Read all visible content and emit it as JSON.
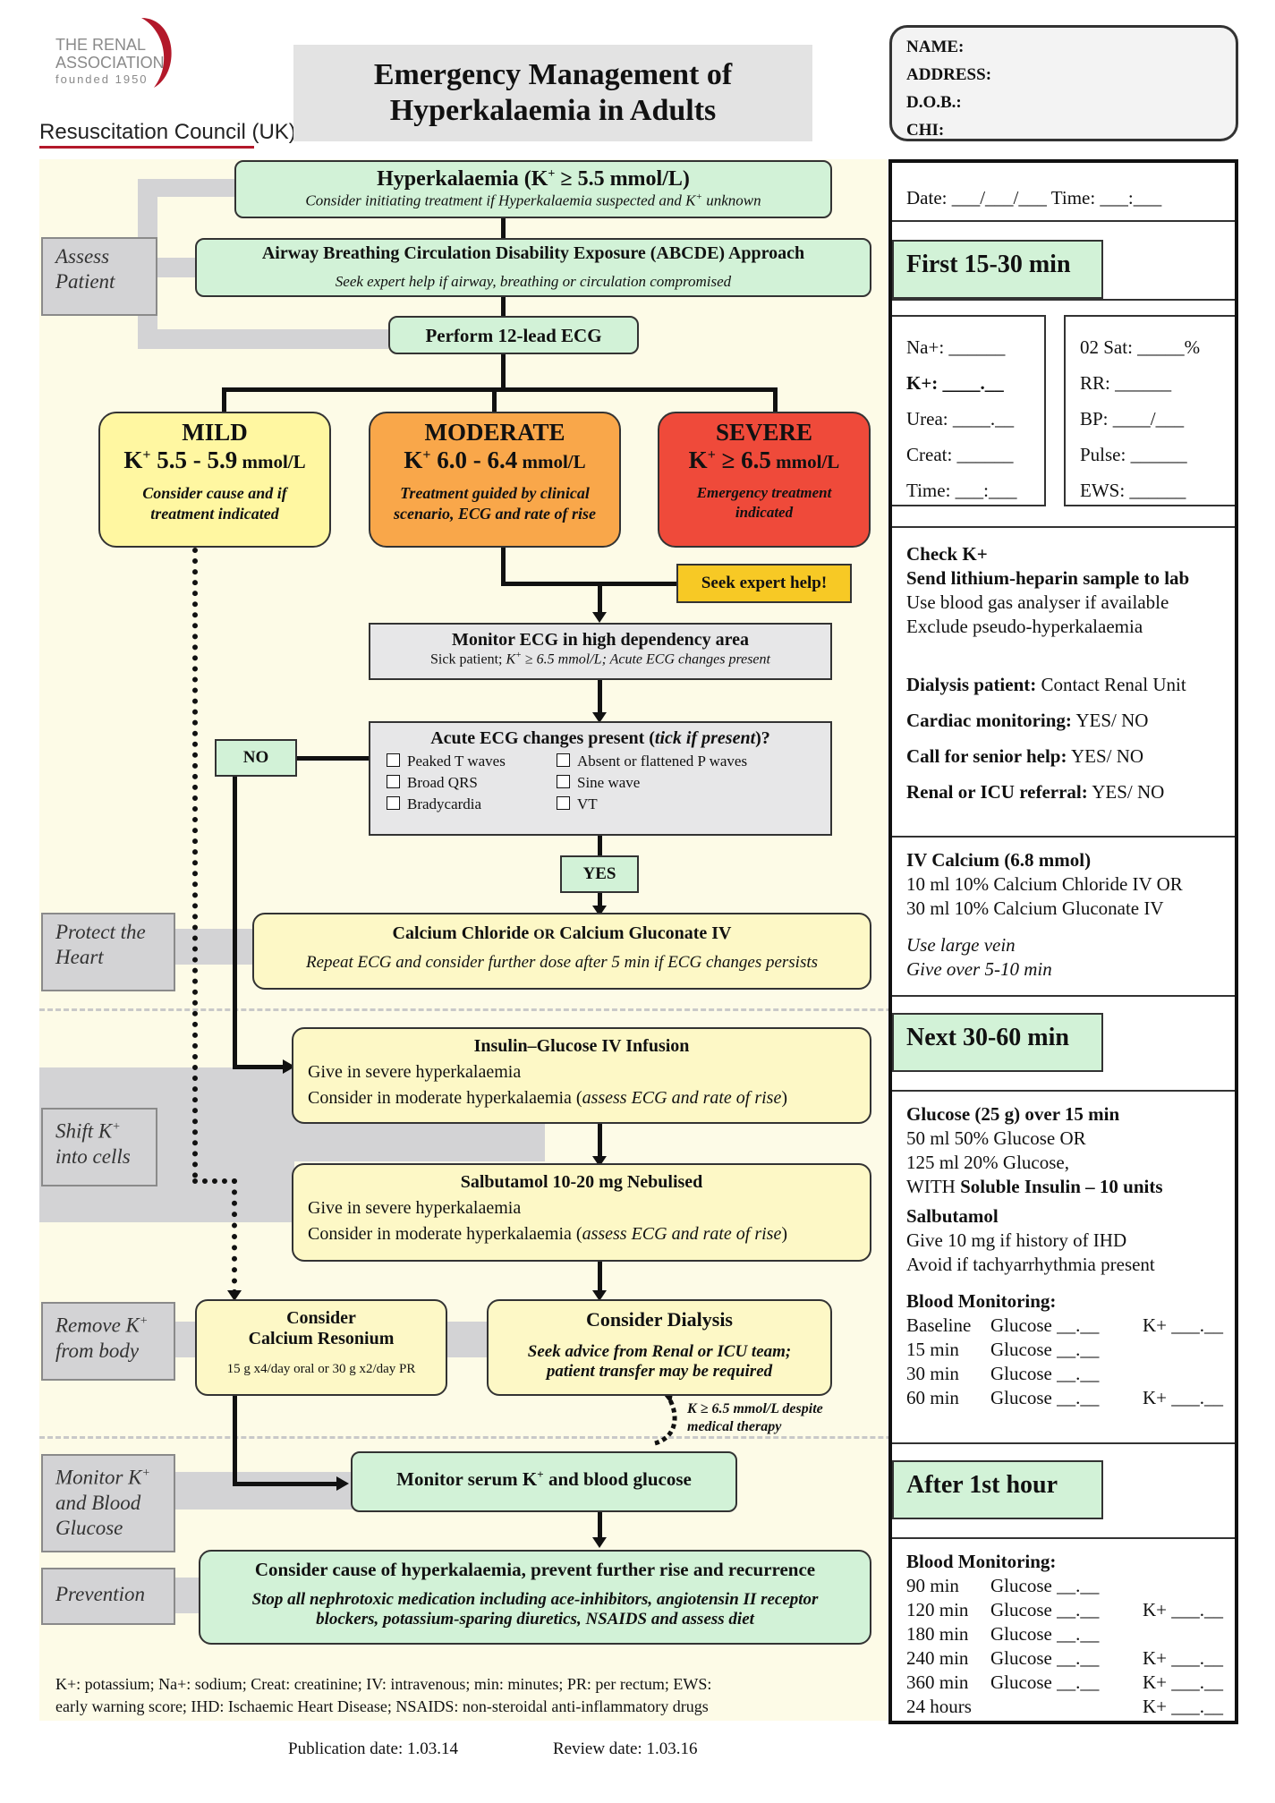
{
  "logo": {
    "renal_line1": "THE RENAL",
    "renal_line2": "ASSOCIATION",
    "renal_line3": "founded 1950",
    "rc": "Resuscitation Council (UK)"
  },
  "title": {
    "line1": "Emergency Management of",
    "line2": "Hyperkalaemia in Adults"
  },
  "patient_fields": [
    "NAME:",
    "ADDRESS:",
    "D.O.B.:",
    "CHI:"
  ],
  "stages": {
    "assess": [
      "Assess",
      "Patient"
    ],
    "protect": [
      "Protect the",
      "Heart"
    ],
    "shift": [
      "Shift K",
      "+",
      "into cells"
    ],
    "remove": [
      "Remove K",
      "+",
      "from body"
    ],
    "monitor": [
      "Monitor K",
      "+",
      "and Blood",
      "Glucose"
    ],
    "prevention": "Prevention"
  },
  "flow": {
    "hyper_title_a": "Hyperkalaemia  (K",
    "hyper_title_sup": "+",
    "hyper_title_b": " ≥ 5.5 mmol/L)",
    "hyper_sub_a": "Consider initiating treatment if Hyperkalaemia suspected and K",
    "hyper_sub_sup": "+",
    "hyper_sub_b": " unknown",
    "abcde_title": "Airway Breathing Circulation Disability Exposure (ABCDE) Approach",
    "abcde_sub": "Seek expert help if airway, breathing or circulation compromised",
    "ecg": "Perform 12-lead ECG",
    "mild_title": "MILD",
    "mild_range_k": "K",
    "mild_range_sup": "+",
    "mild_range": " 5.5 - 5.9",
    "mild_unit": " mmol/L",
    "mild_text": "Consider cause and if treatment indicated",
    "moderate_title": "MODERATE",
    "moderate_range_k": "K",
    "moderate_range_sup": "+",
    "moderate_range": " 6.0 - 6.4",
    "moderate_unit": " mmol/L",
    "moderate_text": "Treatment guided by clinical scenario, ECG and rate of rise",
    "severe_title": "SEVERE",
    "severe_range_k": "K",
    "severe_range_sup": "+",
    "severe_range": " ≥ 6.5",
    "severe_unit": " mmol/L",
    "severe_text": "Emergency treatment indicated",
    "seek": "Seek expert help!",
    "monitor_ecg_title": "Monitor ECG in high dependency area",
    "monitor_ecg_sub_a": "Sick patient; ",
    "monitor_ecg_sub_b": "K",
    "monitor_ecg_sub_sup": "+",
    "monitor_ecg_sub_c": " ≥ 6.5 mmol/L; Acute ECG changes present",
    "acute_title_a": "Acute ECG changes present (",
    "acute_title_b": "tick if present",
    "acute_title_c": ")?",
    "acute_items": [
      "Peaked T waves",
      "Absent or flattened P waves",
      "Broad QRS",
      "Sine wave",
      "Bradycardia",
      "VT"
    ],
    "no": "NO",
    "yes": "YES",
    "calcium_title_a": "Calcium Chloride ",
    "calcium_title_or": "OR",
    "calcium_title_b": " Calcium Gluconate IV",
    "calcium_sub": "Repeat ECG and consider further dose after 5 min if ECG changes persists",
    "insulin_title": "Insulin–Glucose IV Infusion",
    "insulin_l1": "Give in severe hyperkalaemia",
    "insulin_l2_a": "Consider in moderate hyperkalaemia (",
    "insulin_l2_b": "assess ECG and rate of rise",
    "insulin_l2_c": ")",
    "salb_title": "Salbutamol 10-20 mg Nebulised",
    "salb_l1": "Give in severe hyperkalaemia",
    "salb_l2_a": "Consider in moderate hyperkalaemia (",
    "salb_l2_b": "assess ECG and rate of rise",
    "salb_l2_c": ")",
    "resonium_l1": "Consider",
    "resonium_l2": "Calcium Resonium",
    "resonium_l3": "15 g x4/day oral or 30 g x2/day PR",
    "dialysis_title": "Consider Dialysis",
    "dialysis_l1": "Seek advice from Renal or ICU team;",
    "dialysis_l2": "patient transfer may be required",
    "despite_a": "K ≥ 6.5 mmol/L  despite",
    "despite_b": "medical therapy",
    "monitor_serum_a": "Monitor serum K",
    "monitor_serum_sup": "+",
    "monitor_serum_b": " and blood glucose",
    "cause_title": "Consider cause of hyperkalaemia, prevent further rise and recurrence",
    "cause_l1": "Stop all nephrotoxic medication including ace-inhibitors, angiotensin II receptor",
    "cause_l2": "blockers, potassium-sparing diuretics, NSAIDS and assess diet"
  },
  "footnote": {
    "l1": "K+: potassium; Na+: sodium; Creat: creatinine; IV: intravenous; min: minutes; PR: per rectum; EWS:",
    "l2": "early warning score; IHD: Ischaemic Heart Disease; NSAIDS: non-steroidal anti-inflammatory drugs"
  },
  "publication": "Publication date: 1.03.14",
  "review": "Review date: 1.03.16",
  "side": {
    "date_line": "Date: ___/___/___   Time: ___:___",
    "first": "First 15-30 min",
    "obs_left": [
      "Na+:   ______",
      "K+:    ____.__",
      "Urea:  ____.__",
      "Creat:  ______",
      "Time:  ___:___"
    ],
    "obs_right": [
      "02 Sat:  _____%",
      "RR:      ______",
      "BP:      ____/___",
      "Pulse:   ______",
      "EWS:    ______"
    ],
    "check_title": "Check K+",
    "check_l1": "Send lithium-heparin sample to lab",
    "check_l2": "Use blood gas analyser if available",
    "check_l3": "Exclude pseudo-hyperkalaemia",
    "dialysis_pt_b": "Dialysis patient:",
    "dialysis_pt_t": " Contact Renal Unit",
    "cardiac_b": "Cardiac monitoring:",
    "cardiac_t": " YES/ NO",
    "senior_b": "Call for senior help:",
    "senior_t": " YES/ NO",
    "renal_b": "Renal or ICU referral:",
    "renal_t": "  YES/ NO",
    "ivcal_title": "IV Calcium (6.8 mmol)",
    "ivcal_l1": "10 ml 10% Calcium Chloride IV OR",
    "ivcal_l2": "30 ml 10% Calcium Gluconate IV",
    "ivcal_l3": "Use large vein",
    "ivcal_l4": "Give over 5-10 min",
    "next": "Next 30-60 min",
    "glucose_title": "Glucose (25 g) over 15 min",
    "glucose_l1": "50 ml 50% Glucose OR",
    "glucose_l2": "125 ml 20% Glucose,",
    "glucose_l3_a": "WITH ",
    "glucose_l3_b": "Soluble Insulin – 10 units",
    "salb_title": "Salbutamol",
    "salb_l1": "Give 10 mg if history of IHD",
    "salb_l2": "Avoid if tachyarrhythmia present",
    "bm_title": "Blood Monitoring:",
    "bm_rows": [
      [
        "Baseline",
        "Glucose __.__",
        "K+ ___.__"
      ],
      [
        "15 min",
        "Glucose __.__",
        ""
      ],
      [
        "30 min",
        "Glucose __.__",
        ""
      ],
      [
        "60 min",
        "Glucose __.__",
        "K+ ___.__"
      ]
    ],
    "after": "After 1st hour",
    "bm2_title": "Blood Monitoring:",
    "bm2_rows": [
      [
        "90 min",
        "Glucose __.__",
        ""
      ],
      [
        "120 min",
        "Glucose __.__",
        "K+ ___.__"
      ],
      [
        "180 min",
        "Glucose __.__",
        ""
      ],
      [
        "240 min",
        "Glucose __.__",
        "K+ ___.__"
      ],
      [
        "360 min",
        "Glucose __.__",
        "K+ ___.__"
      ],
      [
        "24 hours",
        "",
        "K+ ___.__"
      ]
    ]
  },
  "colors": {
    "green": "#d2f2d7",
    "yellow": "#fdf8c6",
    "mild": "#fff7a1",
    "moderate": "#f9a74a",
    "severe": "#ef4a3a",
    "seek": "#f7c925",
    "logo_red": "#b3182a"
  }
}
